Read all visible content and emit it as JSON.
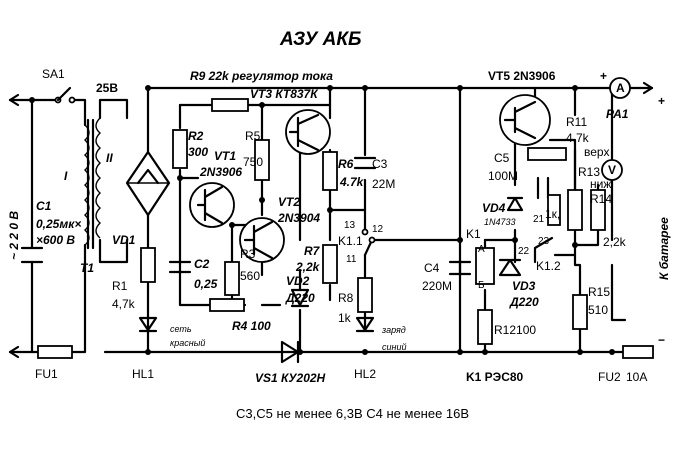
{
  "title": "АЗУ АКБ",
  "note": "С3,С5 не менее 6,3В С4 не менее 16В",
  "labels": {
    "sa1": "SA1",
    "v25": "25В",
    "mains": "~ 2 2 0  В",
    "c1_name": "C1",
    "c1_value": "0,25мк×",
    "c1_voltage": "×600 В",
    "winding1": "I",
    "winding2": "II",
    "t1": "T1",
    "fu1": "FU1",
    "vd1": "VD1",
    "r9": "R9 22k регулятор тока",
    "vt3": "VT3 КТ837К",
    "r2_name": "R2",
    "r2_value": "300",
    "vt1_name": "VT1",
    "vt1_type": "2N3906",
    "r5_name": "R5",
    "r5_value": "750",
    "r6_name": "R6",
    "r6_value": "4.7k",
    "c3_name": "C3",
    "c3_value": "22M",
    "vt2_name": "VT2",
    "vt2_type": "2N3904",
    "c2_name": "C2",
    "c2_value": "0,25",
    "r3_name": "R3",
    "r3_value": "560",
    "r7_name": "R7",
    "r7_value": "2,2k",
    "vd2_name": "VD2",
    "vd2_type": "Д220",
    "r1_name": "R1",
    "r1_value": "4,7k",
    "hl1_color": "сеть",
    "hl1_color2": "красный",
    "r4": "R4 100",
    "vs1": "VS1 КУ202Н",
    "hl1": "HL1",
    "k11": "K1.1",
    "n13": "13",
    "n12": "12",
    "n11": "11",
    "r8_name": "R8",
    "r8_value": "1k",
    "hl2_color": "заряд",
    "hl2_color2": "синий",
    "hl2": "HL2",
    "vt5": "VT5 2N3906",
    "r11_name": "R11",
    "r11_value": "4,7k",
    "c5_name": "C5",
    "c5_value": "100M",
    "verh": "верх",
    "r13": "R13",
    "niz": "ниж",
    "r14": "R14",
    "r14_value": "2,2k",
    "vd4_name": "VD4",
    "vd4_type": "1N4733",
    "r1k": "1к,",
    "n21": "21",
    "n22": "22",
    "n23": "23",
    "k12": "K1.2",
    "k1": "K1",
    "c4_name": "C4",
    "c4_value": "220M",
    "rel_a": "А",
    "rel_b": "Б",
    "vd3_name": "VD3",
    "vd3_type": "Д220",
    "r12": "R12100",
    "r15_name": "R15",
    "r15_value": "510",
    "k1_type": "K1 РЭС80",
    "fu2": "FU2",
    "fu2_value": "10A",
    "pa1": "PA1",
    "ammeter": "A",
    "voltmeter": "V",
    "plus": "+",
    "minus": "−",
    "battery": "К батарее"
  }
}
